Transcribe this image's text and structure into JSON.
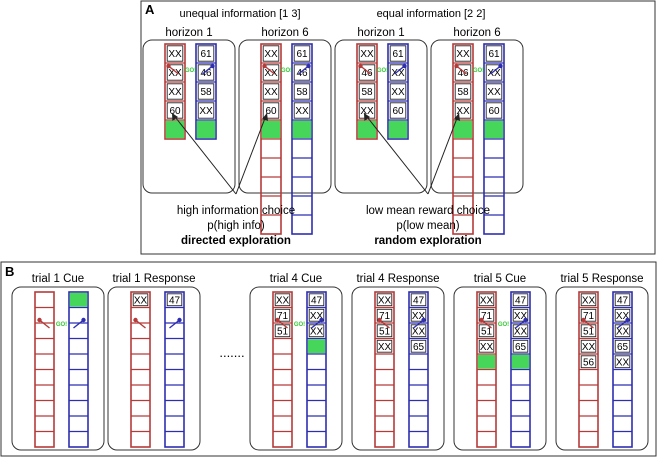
{
  "panelA": {
    "label": "A",
    "groups": [
      {
        "title": "unequal information [1 3]",
        "games": [
          {
            "horizon": "horizon 1",
            "left": {
              "cells": [
                "XX",
                "XX",
                "XX",
                "60"
              ],
              "green": 4,
              "total": 5
            },
            "right": {
              "cells": [
                "61",
                "46",
                "58",
                "XX"
              ],
              "green": 4,
              "total": 5
            }
          },
          {
            "horizon": "horizon 6",
            "left": {
              "cells": [
                "XX",
                "XX",
                "XX",
                "60"
              ],
              "green": 4,
              "total": 10
            },
            "right": {
              "cells": [
                "61",
                "46",
                "58",
                "XX"
              ],
              "green": 4,
              "total": 10
            }
          }
        ]
      },
      {
        "title": "equal information [2 2]",
        "games": [
          {
            "horizon": "horizon 1",
            "left": {
              "cells": [
                "XX",
                "46",
                "58",
                "XX"
              ],
              "green": 4,
              "total": 5
            },
            "right": {
              "cells": [
                "61",
                "XX",
                "XX",
                "60"
              ],
              "green": 4,
              "total": 5
            }
          },
          {
            "horizon": "horizon 6",
            "left": {
              "cells": [
                "XX",
                "46",
                "58",
                "XX"
              ],
              "green": 4,
              "total": 10
            },
            "right": {
              "cells": [
                "61",
                "XX",
                "XX",
                "60"
              ],
              "green": 4,
              "total": 10
            }
          }
        ]
      }
    ],
    "go_label": "GO!",
    "captions": [
      {
        "line1": "high information choice",
        "line2": "p(high info)",
        "line3": "directed exploration"
      },
      {
        "line1": "low mean reward choice",
        "line2": "p(low mean)",
        "line3": "random exploration"
      }
    ]
  },
  "panelB": {
    "label": "B",
    "ellipsis": ".......",
    "trials": [
      {
        "title": "trial 1 Cue",
        "left": {
          "cells": [],
          "green": null
        },
        "right": {
          "cells": [],
          "green": 0
        },
        "go": true
      },
      {
        "title": "trial 1 Response",
        "left": {
          "cells": [
            "XX"
          ],
          "green": null
        },
        "right": {
          "cells": [
            "47"
          ],
          "green": null
        },
        "go": false
      },
      {
        "title": "trial 4 Cue",
        "left": {
          "cells": [
            "XX",
            "71",
            "51"
          ],
          "green": null
        },
        "right": {
          "cells": [
            "47",
            "XX",
            "XX"
          ],
          "green": 3
        },
        "go": true
      },
      {
        "title": "trial 4 Response",
        "left": {
          "cells": [
            "XX",
            "71",
            "51",
            "XX"
          ],
          "green": null
        },
        "right": {
          "cells": [
            "47",
            "XX",
            "XX",
            "65"
          ],
          "green": null
        },
        "go": false
      },
      {
        "title": "trial 5 Cue",
        "left": {
          "cells": [
            "XX",
            "71",
            "51",
            "XX"
          ],
          "green": 4
        },
        "right": {
          "cells": [
            "47",
            "XX",
            "XX",
            "65"
          ],
          "green": 4
        },
        "go": true
      },
      {
        "title": "trial 5 Response",
        "left": {
          "cells": [
            "XX",
            "71",
            "51",
            "XX",
            "56"
          ],
          "green": null
        },
        "right": {
          "cells": [
            "47",
            "XX",
            "XX",
            "65",
            "XX"
          ],
          "green": null
        },
        "go": false
      }
    ],
    "total_cells": 10
  },
  "colors": {
    "red": "#b53a3a",
    "blue": "#2e2eb0",
    "green": "#46d65a",
    "go": "#35c935",
    "frame": "#333333"
  }
}
